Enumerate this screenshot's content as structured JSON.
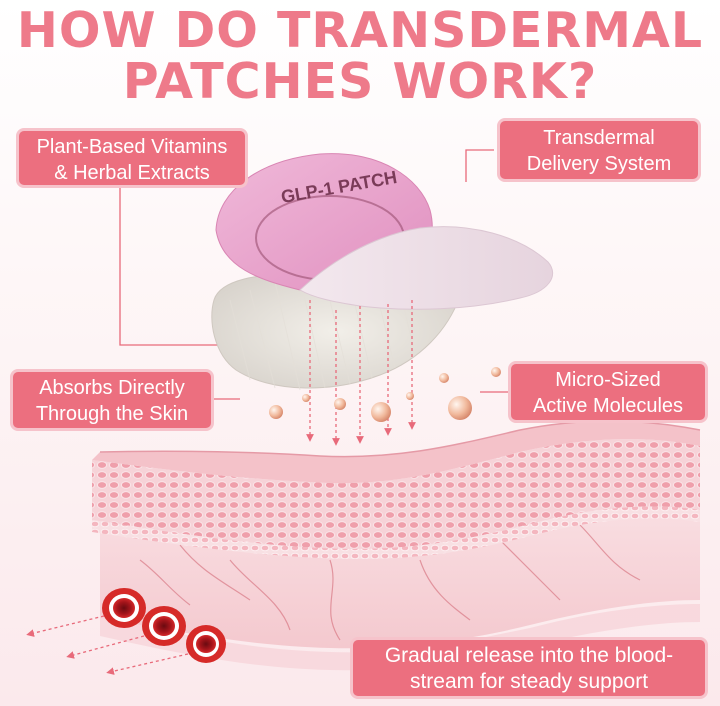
{
  "title": {
    "line1": "HOW DO TRANSDERMAL",
    "line2": "PATCHES WORK?"
  },
  "patch_text": "GLP-1 PATCH",
  "callouts": {
    "plant_based": {
      "line1": "Plant-Based Vitamins",
      "line2": "& Herbal Extracts"
    },
    "transdermal": {
      "line1": "Transdermal",
      "line2": "Delivery System"
    },
    "absorbs": {
      "line1": "Absorbs Directly",
      "line2": "Through the Skin"
    },
    "micro": {
      "line1": "Micro-Sized",
      "line2": "Active Molecules"
    },
    "gradual": {
      "line1": "Gradual release into the blood-",
      "line2": "stream for steady support"
    }
  },
  "colors": {
    "title": "#ee7a8a",
    "callout_fill": "#ec6f7f",
    "callout_border": "#f6c3cb",
    "patch_pink": "#e9a2cb",
    "skin_pink": "#f0b8bf",
    "blood_red": "#c8201e"
  }
}
